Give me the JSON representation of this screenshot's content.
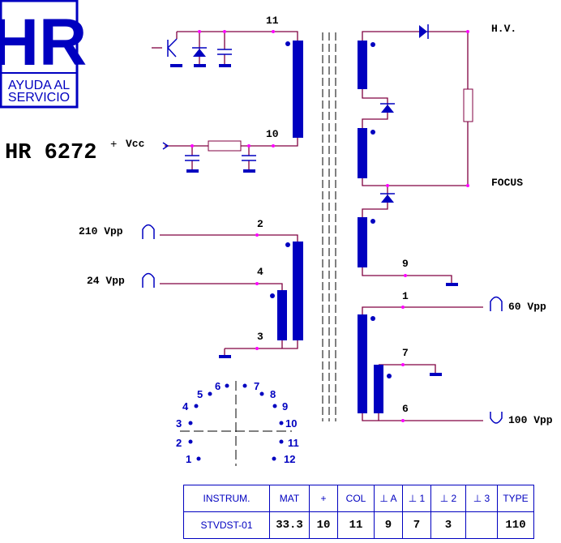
{
  "logo": {
    "letters": "HR",
    "line1": "AYUDA AL",
    "line2": "SERVICIO"
  },
  "title": "HR 6272",
  "vcc_plus": "+",
  "vcc": "Vcc",
  "pins": {
    "p11": "11",
    "p10": "10",
    "p2": "2",
    "p4": "4",
    "p3": "3",
    "p9": "9",
    "p1": "1",
    "p7": "7",
    "p6": "6"
  },
  "labels": {
    "hv": "H.V.",
    "focus": "FOCUS",
    "v210": "210 Vpp",
    "v24": "24 Vpp",
    "v60": "60 Vpp",
    "v100": "100 Vpp"
  },
  "socket": [
    "1",
    "2",
    "3",
    "4",
    "5",
    "6",
    "7",
    "8",
    "9",
    "10",
    "11",
    "12"
  ],
  "table": {
    "headers": [
      "INSTRUM.",
      "MAT",
      "+",
      "COL",
      "⊥ A",
      "⊥ 1",
      "⊥ 2",
      "⊥ 3",
      "TYPE"
    ],
    "values": [
      "STVDST-01",
      "33.3",
      "10",
      "11",
      "9",
      "7",
      "3",
      "",
      "110"
    ]
  }
}
